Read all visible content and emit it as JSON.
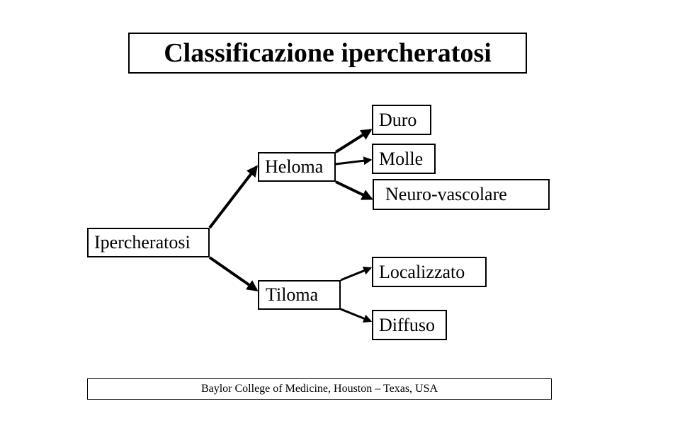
{
  "title": "Classificazione ipercheratosi",
  "nodes": {
    "root": "Ipercheratosi",
    "heloma": "Heloma",
    "tiloma": "Tiloma",
    "duro": "Duro",
    "molle": "Molle",
    "neuro_vascolare": "Neuro-vascolare",
    "localizzato": "Localizzato",
    "diffuso": "Diffuso"
  },
  "footer": "Baylor College of  Medicine, Houston – Texas, USA"
}
